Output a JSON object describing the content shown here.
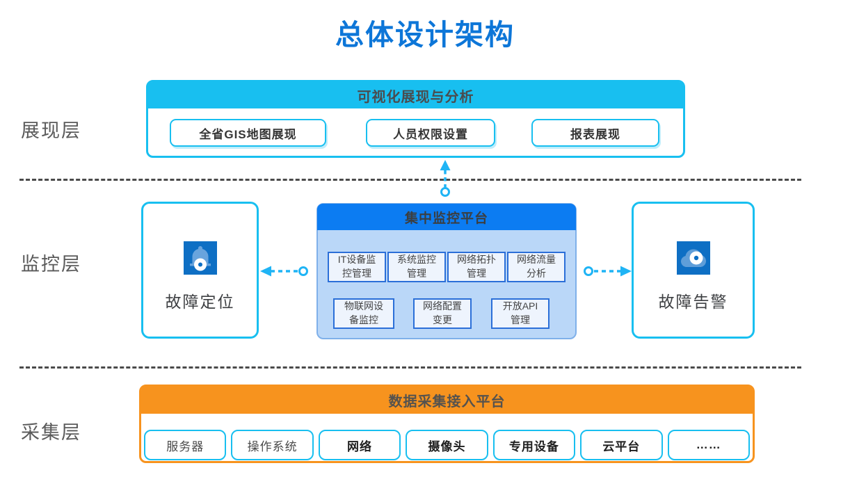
{
  "title": "总体设计架构",
  "colors": {
    "title_blue": "#0d76d8",
    "cyan": "#18bff0",
    "platform_header_blue": "#0c7cf2",
    "platform_body_blue": "#bad7f8",
    "module_border_blue": "#2b6fd8",
    "orange": "#f7931e",
    "arrow_cyan": "#1fb4f5",
    "separator_gray": "#4a4a4a",
    "label_gray": "#5a5a5a",
    "icon_bg_blue": "#0e6fc4",
    "icon_light_blue": "#69a4dd"
  },
  "presentation": {
    "label": "展现层",
    "header": "可视化展现与分析",
    "items": [
      "全省GIS地图展现",
      "人员权限设置",
      "报表展现"
    ]
  },
  "monitoring": {
    "label": "监控层",
    "fault_location": "故障定位",
    "fault_alarm": "故障告警",
    "platform": {
      "header": "集中监控平台",
      "row1": [
        "IT设备监\n控管理",
        "系统监控\n管理",
        "网络拓扑\n管理",
        "网络流量\n分析"
      ],
      "row2": [
        "物联网设\n备监控",
        "网络配置\n变更",
        "开放API\n管理"
      ]
    }
  },
  "collection": {
    "label": "采集层",
    "header": "数据采集接入平台",
    "items": [
      "服务器",
      "操作系统",
      "网络",
      "摄像头",
      "专用设备",
      "云平台",
      "……"
    ]
  }
}
